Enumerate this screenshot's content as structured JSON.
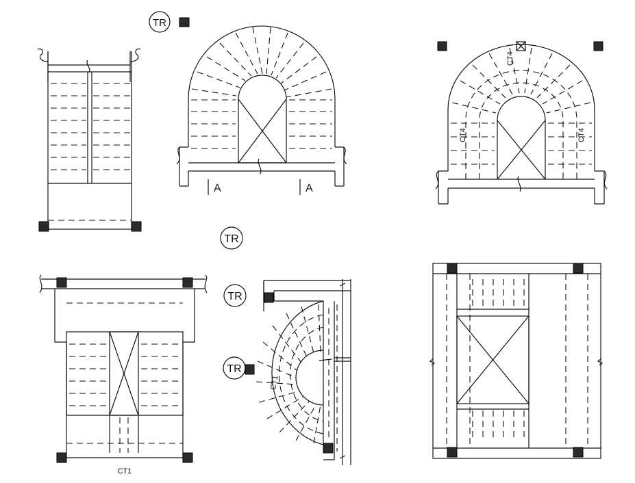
{
  "labels": {
    "tr": "TR",
    "section_a": "A",
    "ct4": "CT4",
    "ct1": "CT1"
  }
}
